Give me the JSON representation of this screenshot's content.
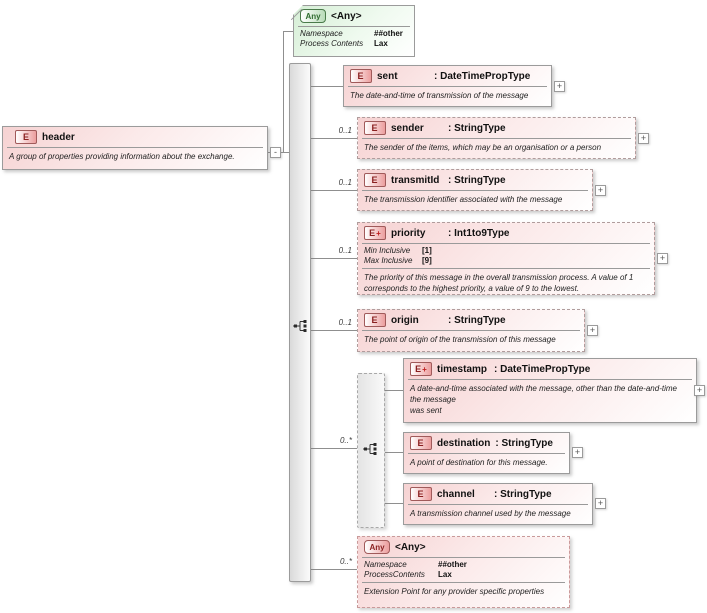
{
  "glyphs": {
    "plus": "+",
    "minus": "-"
  },
  "root_element": {
    "icon_label": "E",
    "name": "header",
    "description": "A group of properties providing information about the exchange."
  },
  "top_any": {
    "icon_label": "Any",
    "title": "<Any>",
    "props": [
      {
        "label": "Namespace",
        "value": "##other"
      },
      {
        "label": "Process Contents",
        "value": "Lax"
      }
    ]
  },
  "children": [
    {
      "icon_label": "E",
      "icon_plus": "",
      "name": "sent",
      "type": ": DateTimePropType",
      "cardinality": "",
      "description": "The date-and-time of transmission of the message"
    },
    {
      "icon_label": "E",
      "icon_plus": "",
      "name": "sender",
      "type": ": StringType",
      "cardinality": "0..1",
      "description": "The sender of the items, which may be an organisation or a person"
    },
    {
      "icon_label": "E",
      "icon_plus": "",
      "name": "transmitId",
      "type": ": StringType",
      "cardinality": "0..1",
      "description": "The transmission identifier associated with the message"
    },
    {
      "icon_label": "E",
      "icon_plus": "+",
      "name": "priority",
      "type": ": Int1to9Type",
      "cardinality": "0..1",
      "props": [
        {
          "label": "Min Inclusive",
          "value": "[1]"
        },
        {
          "label": "Max Inclusive",
          "value": "[9]"
        }
      ],
      "description": "The priority of this message in the overall transmission process. A value of 1 corresponds to the highest priority, a value of 9 to the lowest."
    },
    {
      "icon_label": "E",
      "icon_plus": "",
      "name": "origin",
      "type": ": StringType",
      "cardinality": "0..1",
      "description": "The point of origin of the transmission of this message"
    }
  ],
  "group": {
    "cardinality": "0..*",
    "children": [
      {
        "icon_label": "E",
        "icon_plus": "+",
        "name": "timestamp",
        "type": ": DateTimePropType",
        "description": "A date-and-time associated with the message, other than the date-and-time the message\nwas sent"
      },
      {
        "icon_label": "E",
        "icon_plus": "",
        "name": "destination",
        "type": ": StringType",
        "description": "A point of destination for this message."
      },
      {
        "icon_label": "E",
        "icon_plus": "",
        "name": "channel",
        "type": ": StringType",
        "description": "A transmission channel used by the message"
      }
    ]
  },
  "bottom_any": {
    "icon_label": "Any",
    "title": "<Any>",
    "cardinality": "0..*",
    "props": [
      {
        "label": "Namespace",
        "value": "##other"
      },
      {
        "label": "ProcessContents",
        "value": "Lax"
      }
    ],
    "description": "Extension Point for any provider specific properties"
  }
}
